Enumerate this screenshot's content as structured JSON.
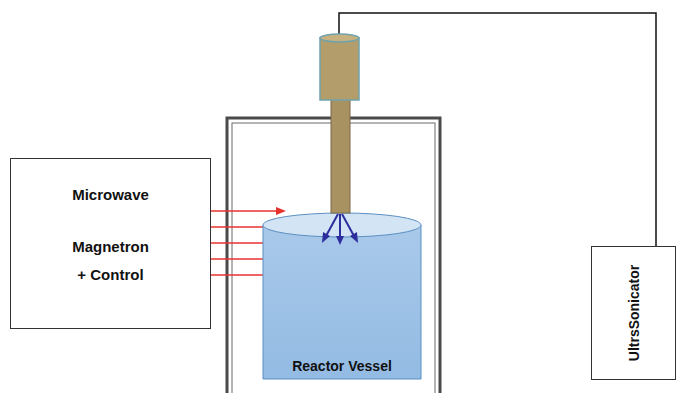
{
  "diagram": {
    "nodes": [
      {
        "text": [
          "Microwave",
          "Magnetron + Control"
        ]
      },
      {
        "text": [
          "Reactor Vessel"
        ]
      },
      {
        "text": [
          "UltrsSonicator"
        ]
      }
    ],
    "edges": [
      {
        "from": 0,
        "to": 1,
        "arrow": "to"
      }
    ]
  }
}
